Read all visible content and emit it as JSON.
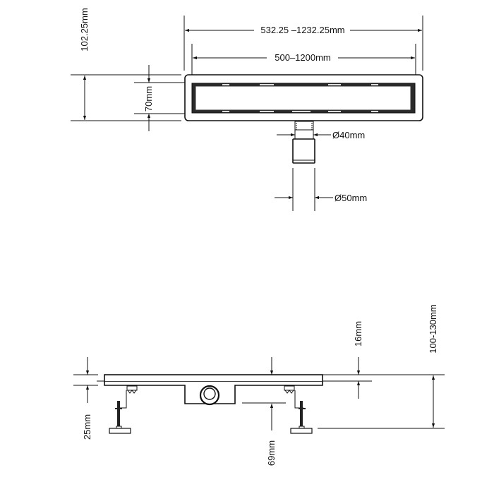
{
  "drawing": {
    "title": "Linear shower drain dimension drawing",
    "stroke_color": "#111111",
    "background_color": "#ffffff"
  },
  "top_view": {
    "overall_length_label": "532.25 –1232.25mm",
    "grate_length_label": "500–1200mm",
    "overall_width_label": "102.25mm",
    "grate_width_label": "70mm",
    "outlet_inner_diameter_label": "Ø40mm",
    "outlet_outer_diameter_label": "Ø50mm"
  },
  "side_view": {
    "flange_thickness_label": "25mm",
    "body_depth_label": "69mm",
    "flange_offset_label": "16mm",
    "total_height_label": "100-130mm"
  }
}
